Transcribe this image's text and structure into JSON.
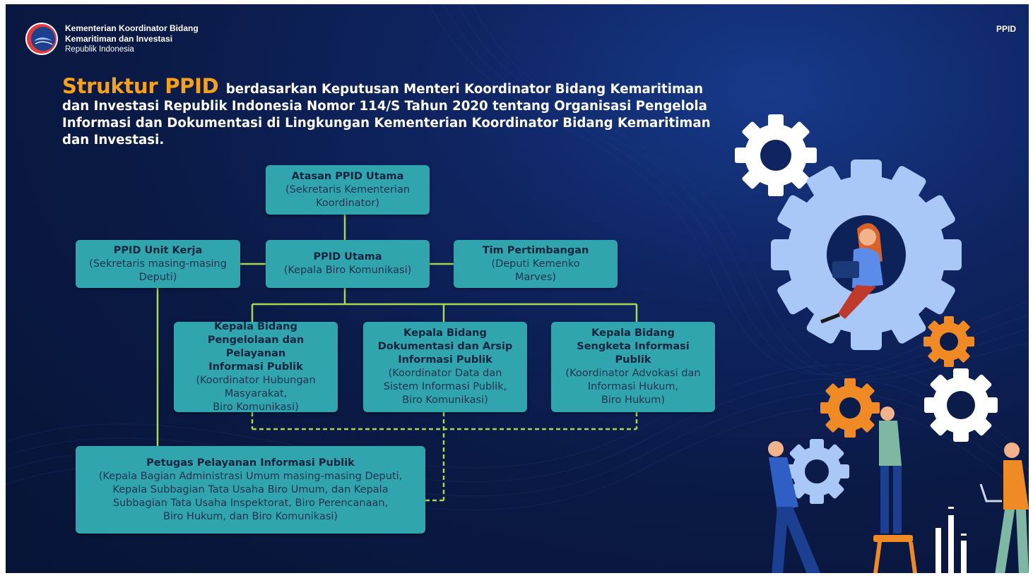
{
  "header": {
    "org_line1": "Kementerian Koordinator Bidang",
    "org_line2": "Kemaritiman dan Investasi",
    "org_line3": "Republik Indonesia",
    "corner_label": "PPID"
  },
  "headline": {
    "highlight": "Struktur PPID",
    "text": "berdasarkan Keputusan Menteri Koordinator Bidang Kemaritiman dan Investasi Republik Indonesia Nomor 114/S Tahun 2020 tentang Organisasi Pengelola Informasi dan Dokumentasi di Lingkungan Kementerian Koordinator Bidang Kemaritiman dan Investasi."
  },
  "chart": {
    "atasan": {
      "title": "Atasan PPID Utama",
      "lines": [
        "(Sekretaris Kementerian",
        "Koordinator)"
      ]
    },
    "unit_kerja": {
      "title": "PPID Unit Kerja",
      "lines": [
        "(Sekretaris masing-masing",
        "Deputi)"
      ]
    },
    "utama": {
      "title": "PPID Utama",
      "lines": [
        "(Kepala Biro Komunikasi)"
      ]
    },
    "tim": {
      "title": "Tim Pertimbangan",
      "lines": [
        "(Deputi Kemenko",
        "Marves)"
      ]
    },
    "bidang1": {
      "title_lines": [
        "Kepala Bidang",
        "Pengelolaan dan Pelayanan",
        "Informasi Publik"
      ],
      "lines": [
        "(Koordinator Hubungan",
        "Masyarakat,",
        "Biro Komunikasi)"
      ]
    },
    "bidang2": {
      "title_lines": [
        "Kepala Bidang",
        "Dokumentasi dan Arsip",
        "Informasi Publik"
      ],
      "lines": [
        "(Koordinator Data dan",
        "Sistem Informasi Publik,",
        "Biro Komunikasi)"
      ]
    },
    "bidang3": {
      "title_lines": [
        "Kepala Bidang",
        "Sengketa Informasi",
        "Publik"
      ],
      "lines": [
        "(Koordinator Advokasi dan",
        "Informasi Hukum,",
        "Biro Hukum)"
      ]
    },
    "petugas": {
      "title": "Petugas Pelayanan Informasi Publik",
      "lines": [
        "(Kepala Bagian Administrasi Umum masing-masing Deputi,",
        "Kepala Subbagian Tata Usaha Biro Umum, dan Kepala",
        "Subbagian Tata Usaha Inspektorat, Biro Perencanaan,",
        "Biro Hukum, dan Biro Komunikasi)"
      ]
    }
  },
  "colors": {
    "background": "#0a1a45",
    "box": "#30a5ae",
    "connector": "#a8d84e",
    "highlight": "#f7a11a",
    "gear_light": "#a9c8f7",
    "gear_orange": "#f08a24"
  },
  "icons": [
    "ministry-logo-icon",
    "gear-icon",
    "person-laptop-icon",
    "people-gears-icon",
    "bar-chart-icon"
  ]
}
